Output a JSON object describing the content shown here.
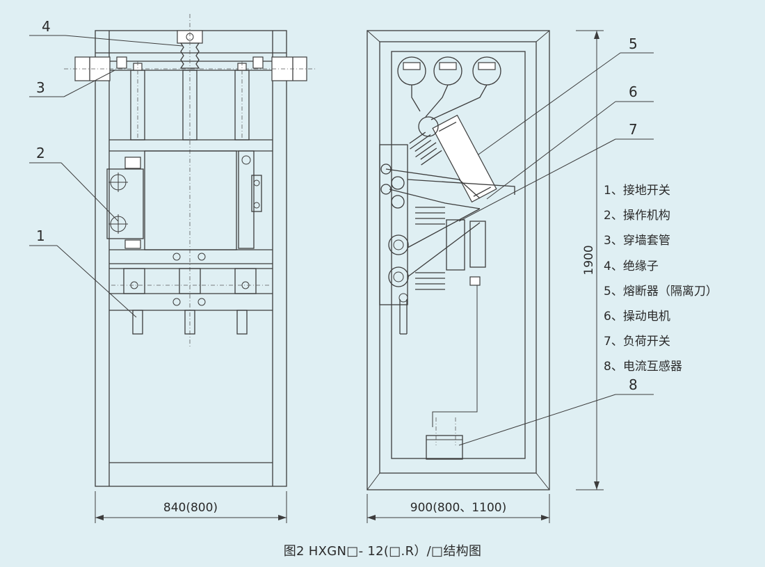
{
  "callouts": [
    "1",
    "2",
    "3",
    "4",
    "5",
    "6",
    "7",
    "8"
  ],
  "dimensions": {
    "left_width": "840(800)",
    "right_width": "900(800、1100)",
    "height": "1900"
  },
  "legend": [
    "1、接地开关",
    "2、操作机构",
    "3、穿墙套管",
    "4、绝缘子",
    "5、熔断器（隔离刀）",
    "6、操动电机",
    "7、负荷开关",
    "8、电流互感器"
  ],
  "caption": "图2  HXGN□- 12(□.R）/□结构图",
  "colors": {
    "background": "#dfeff3",
    "line": "#3c3c3c"
  }
}
